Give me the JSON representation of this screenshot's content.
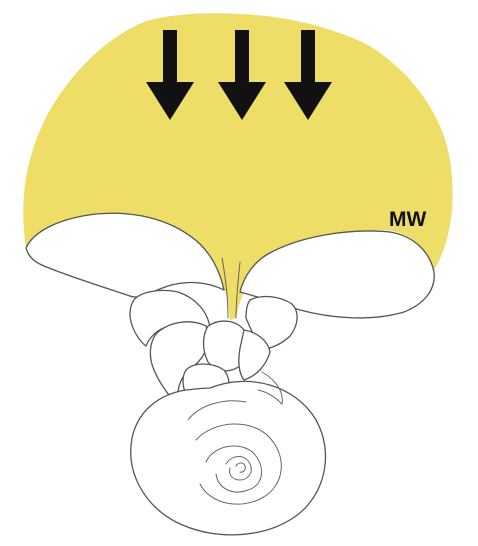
{
  "figure": {
    "label": "MW",
    "mw_color": "#eedd66",
    "arrow_color": "#111111",
    "line_color": "#555555",
    "arrows": [
      {
        "name": "downward-arrow-left"
      },
      {
        "name": "downward-arrow-middle"
      },
      {
        "name": "downward-arrow-right"
      }
    ]
  }
}
